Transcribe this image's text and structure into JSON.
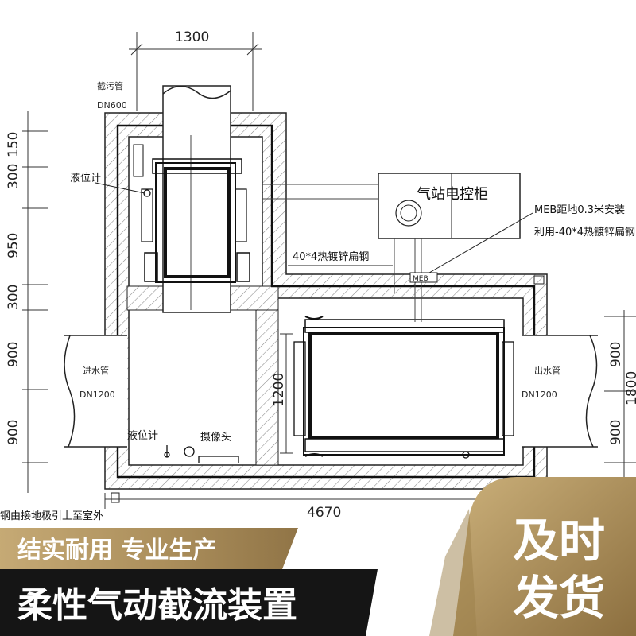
{
  "drawing": {
    "dim_top": "1300",
    "dim_bottom": "4670",
    "dims_left": [
      "300",
      "150",
      "950",
      "300",
      "900",
      "900"
    ],
    "dims_right": [
      "900",
      "1800",
      "900"
    ],
    "dim_center": "1200",
    "pipe_sewage_label": "截污管",
    "pipe_sewage_size": "DN600",
    "pipe_in_label": "进水管",
    "pipe_in_size": "DN1200",
    "pipe_out_label": "出水管",
    "pipe_out_size": "DN1200",
    "level_gauge_1": "液位计",
    "level_gauge_2": "液位计",
    "camera": "摄像头",
    "cabinet": "气站电控柜",
    "steel_note": "40*4热镀锌扁钢",
    "meb_box": "MEB",
    "meb_note_1": "MEB距地0.3米安装",
    "meb_note_2": "利用-40*4热镀锌扁钢",
    "bottom_left_note": "钢由接地极引上至室外"
  },
  "banner": {
    "tagline": "结实耐用 专业生产",
    "product": "柔性气动截流装置",
    "delivery_line1": "及时",
    "delivery_line2": "发货"
  },
  "colors": {
    "banner_gold": "#a88a55",
    "banner_dark": "#151515",
    "text_white": "#ffffff"
  }
}
